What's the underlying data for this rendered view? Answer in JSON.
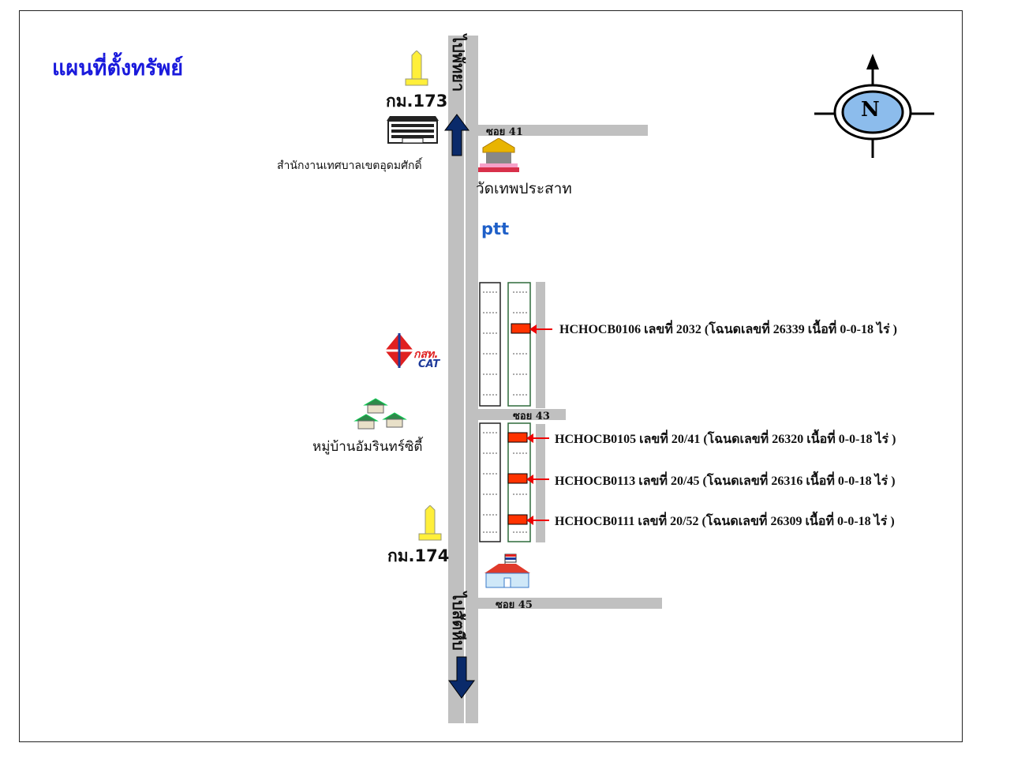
{
  "title": "แผนที่ตั้งทรัพย์",
  "roads": {
    "to_pattaya": "ไปพัทยา",
    "to_sattahip": "ไปสัตหีบ",
    "soi_41": "ซอย 41",
    "soi_43": "ซอย 43",
    "soi_45": "ซอย 45"
  },
  "landmarks": {
    "km_173": "กม.173",
    "km_174": "กม.174",
    "municipal_office": "สำนักงานเทศบาลเขตอุดมศักดิ์",
    "temple": "วัดเทพประสาท",
    "ptt": "ptt",
    "cat_thai": "กสท.",
    "cat": "CAT",
    "village": "หมู่บ้านอัมรินทร์ซิตี้"
  },
  "compass": "N",
  "properties": [
    {
      "label": "HCHOCB0106 เลขที่ 2032 (โฉนดเลขที่ 26339 เนื้อที่ 0-0-18 ไร่ )"
    },
    {
      "label": "HCHOCB0105 เลขที่ 20/41 (โฉนดเลขที่ 26320 เนื้อที่ 0-0-18 ไร่ )"
    },
    {
      "label": "HCHOCB0113 เลขที่ 20/45 (โฉนดเลขที่ 26316 เนื้อที่ 0-0-18 ไร่ )"
    },
    {
      "label": "HCHOCB0111 เลขที่ 20/52 (โฉนดเลขที่ 26309 เนื้อที่ 0-0-18 ไร่ )"
    }
  ],
  "colors": {
    "road": "#c0c0c0",
    "arrow": "#0a2a6a",
    "marker": "#ff3300",
    "title": "#1a1adc"
  }
}
